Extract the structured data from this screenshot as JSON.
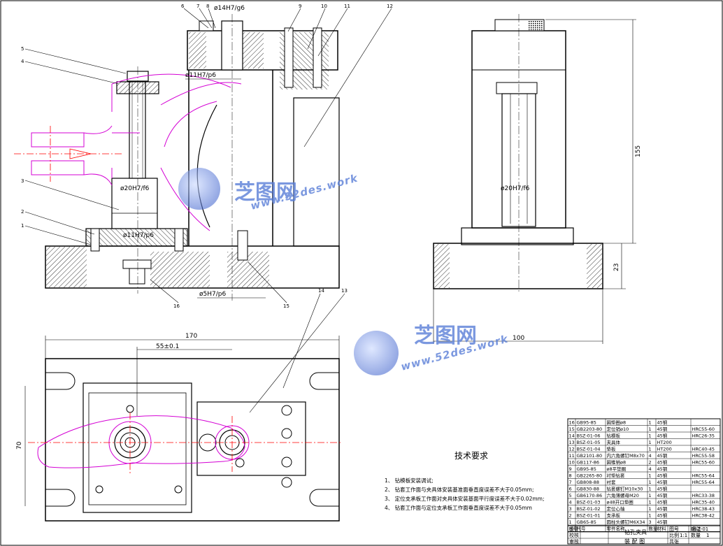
{
  "drawing": {
    "balloons": [
      "1",
      "2",
      "3",
      "4",
      "5",
      "6",
      "7",
      "8",
      "9",
      "10",
      "11",
      "12",
      "13",
      "14",
      "15",
      "16"
    ],
    "dimensions": {
      "fit_14": "ø14H7/g6",
      "fit_11_top": "ø11H7/p6",
      "fit_20_front": "ø20H7/f6",
      "fit_11_base": "ø11H7/p6",
      "fit_5": "ø5H7/p6",
      "fit_20_side": "ø20H7/f6",
      "height_155": "155",
      "height_23": "23",
      "width_100": "100",
      "width_170": "170",
      "offset_55": "55±0.1",
      "height_70": "70"
    }
  },
  "watermarks": {
    "cn": "芝图网",
    "en": "www.52des.work"
  },
  "tech_requirements": {
    "title": "技术要求",
    "items": [
      "1、 钻模板安装调试;",
      "2、 钻套工作面与夹具体安装基准面垂直度误差不大于0.05mm;",
      "3、 定位支承板工作面对夹具体安装基面平行度误差不大于0.02mm;",
      "4、 钻套工作面与定位支承板工作面垂直度误差不大于0.05mm"
    ]
  },
  "bom": {
    "headers": {
      "no": "序号",
      "code": "代号",
      "name": "零件名称",
      "qty": "数量",
      "material": "材料",
      "remark": "备注"
    },
    "rows": [
      {
        "no": "16",
        "code": "GB95-85",
        "name": "圆垫圈ø8",
        "qty": "1",
        "material": "45钢",
        "remark": ""
      },
      {
        "no": "15",
        "code": "GB2203-80",
        "name": "定位销ø10",
        "qty": "1",
        "material": "45钢",
        "remark": "HRC55-60"
      },
      {
        "no": "14",
        "code": "BSZ-01-06",
        "name": "钻模板",
        "qty": "1",
        "material": "45钢",
        "remark": "HRC26-35"
      },
      {
        "no": "13",
        "code": "BSZ-01-05",
        "name": "夹具体",
        "qty": "1",
        "material": "HT200",
        "remark": ""
      },
      {
        "no": "12",
        "code": "BSZ-01-04",
        "name": "垫板",
        "qty": "1",
        "material": "HT200",
        "remark": "HRC40-45"
      },
      {
        "no": "11",
        "code": "GB2101-80",
        "name": "内六角螺钉M8x70",
        "qty": "4",
        "material": "45钢",
        "remark": "HRC55-58"
      },
      {
        "no": "10",
        "code": "GB117-86",
        "name": "圆锥销ø8",
        "qty": "2",
        "material": "45钢",
        "remark": "HRC55-60"
      },
      {
        "no": "9",
        "code": "GB95-85",
        "name": "ø8平垫圈",
        "qty": "4",
        "material": "45钢",
        "remark": ""
      },
      {
        "no": "8",
        "code": "GB2265-80",
        "name": "衬垫钻套",
        "qty": "1",
        "material": "45钢",
        "remark": "HRC55-64"
      },
      {
        "no": "7",
        "code": "GB808-88",
        "name": "衬套",
        "qty": "1",
        "material": "45钢",
        "remark": "HRC55-64"
      },
      {
        "no": "6",
        "code": "GB830-88",
        "name": "钻套螺钉M10x30",
        "qty": "1",
        "material": "45钢",
        "remark": ""
      },
      {
        "no": "5",
        "code": "GB6170-86",
        "name": "六角薄螺母M20",
        "qty": "1",
        "material": "45钢",
        "remark": "HRC33-38"
      },
      {
        "no": "4",
        "code": "BSZ-01-03",
        "name": "ø48开口垫圈",
        "qty": "1",
        "material": "45钢",
        "remark": "HRC35-40"
      },
      {
        "no": "3",
        "code": "BSZ-01-02",
        "name": "定位心轴",
        "qty": "1",
        "material": "45钢",
        "remark": "HRC38-43"
      },
      {
        "no": "2",
        "code": "BSZ-01-01",
        "name": "支承板",
        "qty": "1",
        "material": "45钢",
        "remark": "HRC38-42"
      },
      {
        "no": "1",
        "code": "GB65-85",
        "name": "圆柱头螺钉M6X34",
        "qty": "3",
        "material": "45钢",
        "remark": ""
      }
    ]
  },
  "title_block": {
    "title": "钻孔夹具",
    "drawing_no": "BSZ-01",
    "scale": "1:1",
    "qty": "1",
    "labels": {
      "designed": "设计",
      "checked": "校核",
      "approved": "审核",
      "drawing_no": "图号",
      "scale": "比例",
      "qty": "数量",
      "sheet": "共张"
    },
    "footer": "装 配 图"
  },
  "colors": {
    "line": "#000000",
    "workpiece": "#d400d4",
    "centerline": "#ff0000",
    "watermark": "#5b7fd8"
  }
}
